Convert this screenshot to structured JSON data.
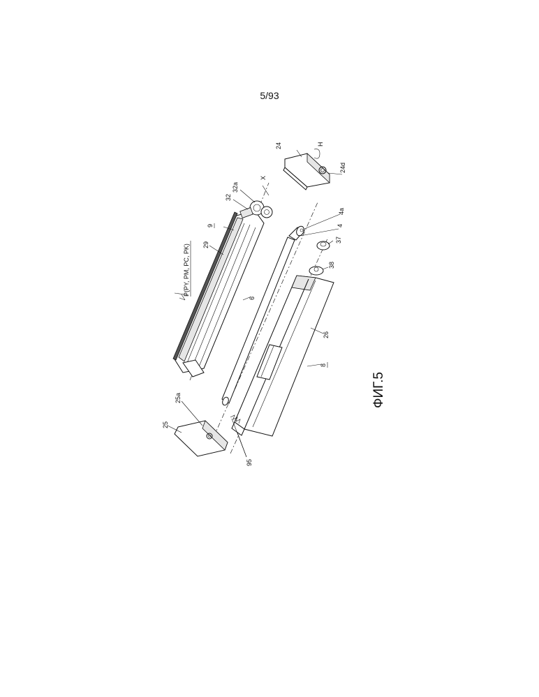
{
  "page_number": "5/93",
  "figure_label": "ФИГ.5",
  "labels": {
    "r_24": "24",
    "r_24d": "24d",
    "r_h": "H",
    "r_x": "X",
    "r_32a": "32a",
    "r_32": "32",
    "r_9": "9",
    "r_p": "P(PY, PM, PC, PK)",
    "r_29": "29",
    "r_6": "6",
    "r_4a": "4a",
    "r_4": "4",
    "r_37": "37",
    "r_38": "38",
    "r_26": "26",
    "r_8": "8",
    "r_25a": "25a",
    "r_25": "25",
    "r_95": "95"
  }
}
